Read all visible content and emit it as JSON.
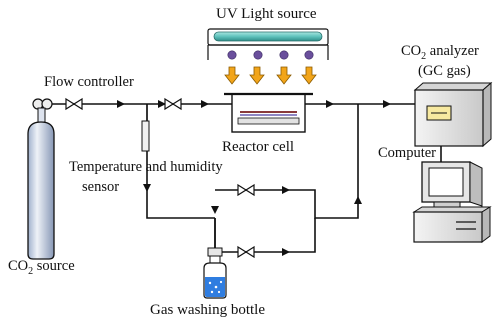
{
  "labels": {
    "uv_light_source": "UV Light source",
    "flow_controller": "Flow controller",
    "reactor_cell": "Reactor cell",
    "temperature_humidity_line1": "Temperature and humidity",
    "temperature_humidity_line2": "sensor",
    "co2_source_prefix": "CO",
    "co2_source_sub": "2",
    "co2_source_suffix": " source",
    "co2_analyzer_prefix": "CO",
    "co2_analyzer_sub": "2",
    "co2_analyzer_suffix": " analyzer",
    "gc_gas": "(GC gas)",
    "computer": "Computer",
    "gas_washing_bottle": "Gas washing bottle"
  },
  "colors": {
    "line": "#111111",
    "uv_lamp": "#5fc2bc",
    "uv_dot": "#6a4f9c",
    "arrow_fill": "#f2a51a",
    "arrow_stroke": "#8a5a00",
    "cylinder": "#cfd8ea",
    "water": "#2f7de0",
    "analyzer_screen": "#f7e9a0",
    "device_body": "#e8e8e8"
  }
}
